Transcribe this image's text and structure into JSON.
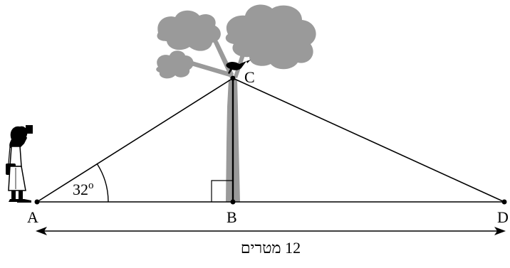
{
  "diagram": {
    "points": {
      "A": "A",
      "B": "B",
      "C": "C",
      "D": "D"
    },
    "angle_label": "32",
    "angle_degree_mark": "o",
    "dimension_label": "12 מטרים",
    "colors": {
      "line": "#000000",
      "tree": "#9a9a9a",
      "background": "#ffffff"
    },
    "icons": [
      "tree-icon",
      "bird-icon",
      "person-with-binoculars-icon"
    ]
  }
}
